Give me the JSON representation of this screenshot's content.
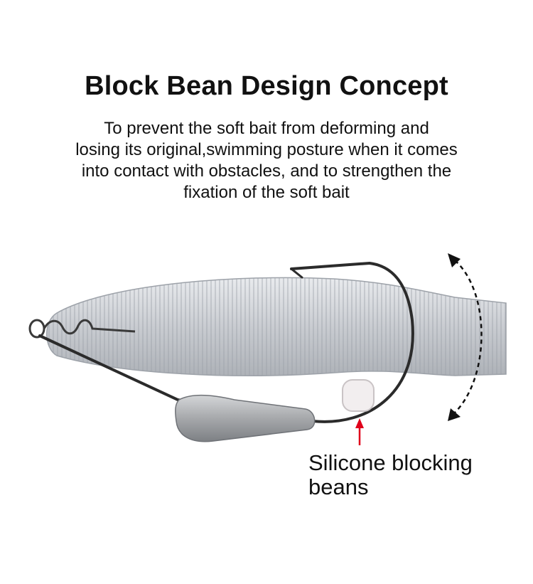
{
  "title": "Block Bean Design Concept",
  "description_lines": [
    "To prevent the soft bait from deforming and",
    "losing its original,swimming posture when it comes",
    "into contact with obstacles, and to strengthen the",
    "fixation of the soft bait"
  ],
  "callout_lines": [
    "Silicone blocking",
    "beans"
  ],
  "colors": {
    "bait": "#c9ccd1",
    "hook": "#2b2b2b",
    "weight": "#a6a8ab",
    "bean": "#f2eeef",
    "pointer_arrow": "#e0001b",
    "motion_arrow": "#111111"
  }
}
